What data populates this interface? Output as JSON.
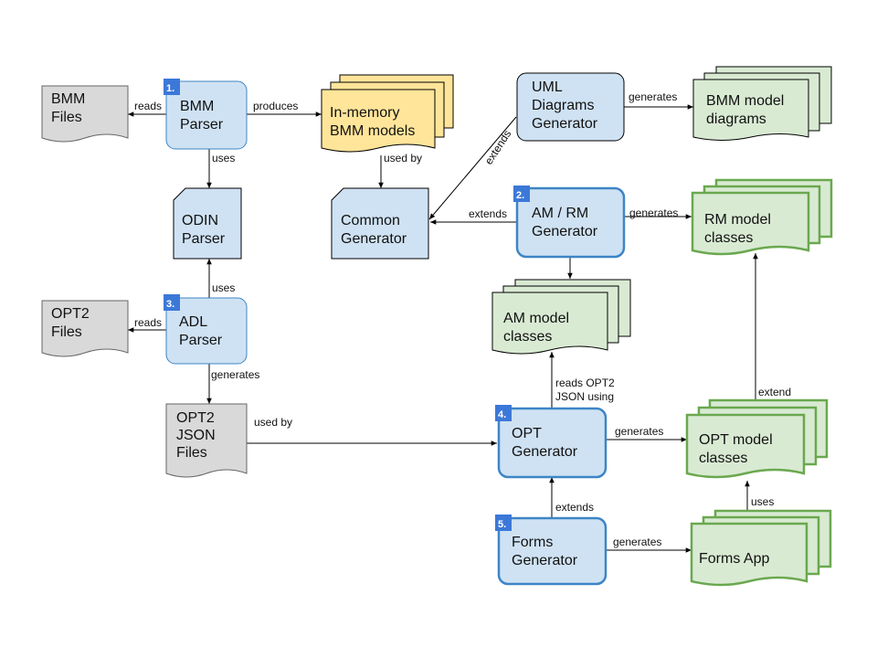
{
  "colors": {
    "blue_fill": "#cfe2f3",
    "blue_stroke": "#3d85c6",
    "yellow_fill": "#ffe599",
    "green_fill": "#d9ead3",
    "green_stroke": "#6aa84f",
    "gray_fill": "#d9d9d9",
    "badge": "#3c78d8",
    "line": "#000000"
  },
  "nodes": {
    "bmm_files": [
      "BMM",
      "Files"
    ],
    "bmm_parser": [
      "BMM",
      "Parser"
    ],
    "in_memory": [
      "In-memory",
      "BMM models"
    ],
    "uml_gen": [
      "UML",
      "Diagrams",
      "Generator"
    ],
    "bmm_diagrams": [
      "BMM model",
      "diagrams"
    ],
    "odin_parser": [
      "ODIN",
      "Parser"
    ],
    "common_gen": [
      "Common",
      "Generator"
    ],
    "am_rm_gen": [
      "AM / RM",
      "Generator"
    ],
    "rm_classes": [
      "RM model",
      "classes"
    ],
    "opt2_files": [
      "OPT2",
      "Files"
    ],
    "adl_parser": [
      "ADL",
      "Parser"
    ],
    "am_classes": [
      "AM model",
      "classes"
    ],
    "opt2_json": [
      "OPT2",
      "JSON",
      "Files"
    ],
    "opt_gen": [
      "OPT",
      "Generator"
    ],
    "opt_classes": [
      "OPT model",
      "classes"
    ],
    "forms_gen": [
      "Forms",
      "Generator"
    ],
    "forms_app": [
      "Forms App"
    ]
  },
  "badges": {
    "b1": "1.",
    "b2": "2.",
    "b3": "3.",
    "b4": "4.",
    "b5": "5."
  },
  "edges": {
    "reads_bmm": "reads",
    "produces": "produces",
    "uses_odin": "uses",
    "used_by_common": "used by",
    "generates_bmm_diagrams": "generates",
    "extends_uml": "extends",
    "extends_amrm": "extends",
    "generates_rm": "generates",
    "uses_adl_odin": "uses",
    "reads_opt2": "reads",
    "generates_json": "generates",
    "used_by_opt": "used by",
    "reads_opt2_json": [
      "reads OPT2",
      "JSON using"
    ],
    "generates_opt": "generates",
    "extend_rm": "extend",
    "extends_forms": "extends",
    "generates_forms": "generates",
    "uses_forms": "uses"
  }
}
